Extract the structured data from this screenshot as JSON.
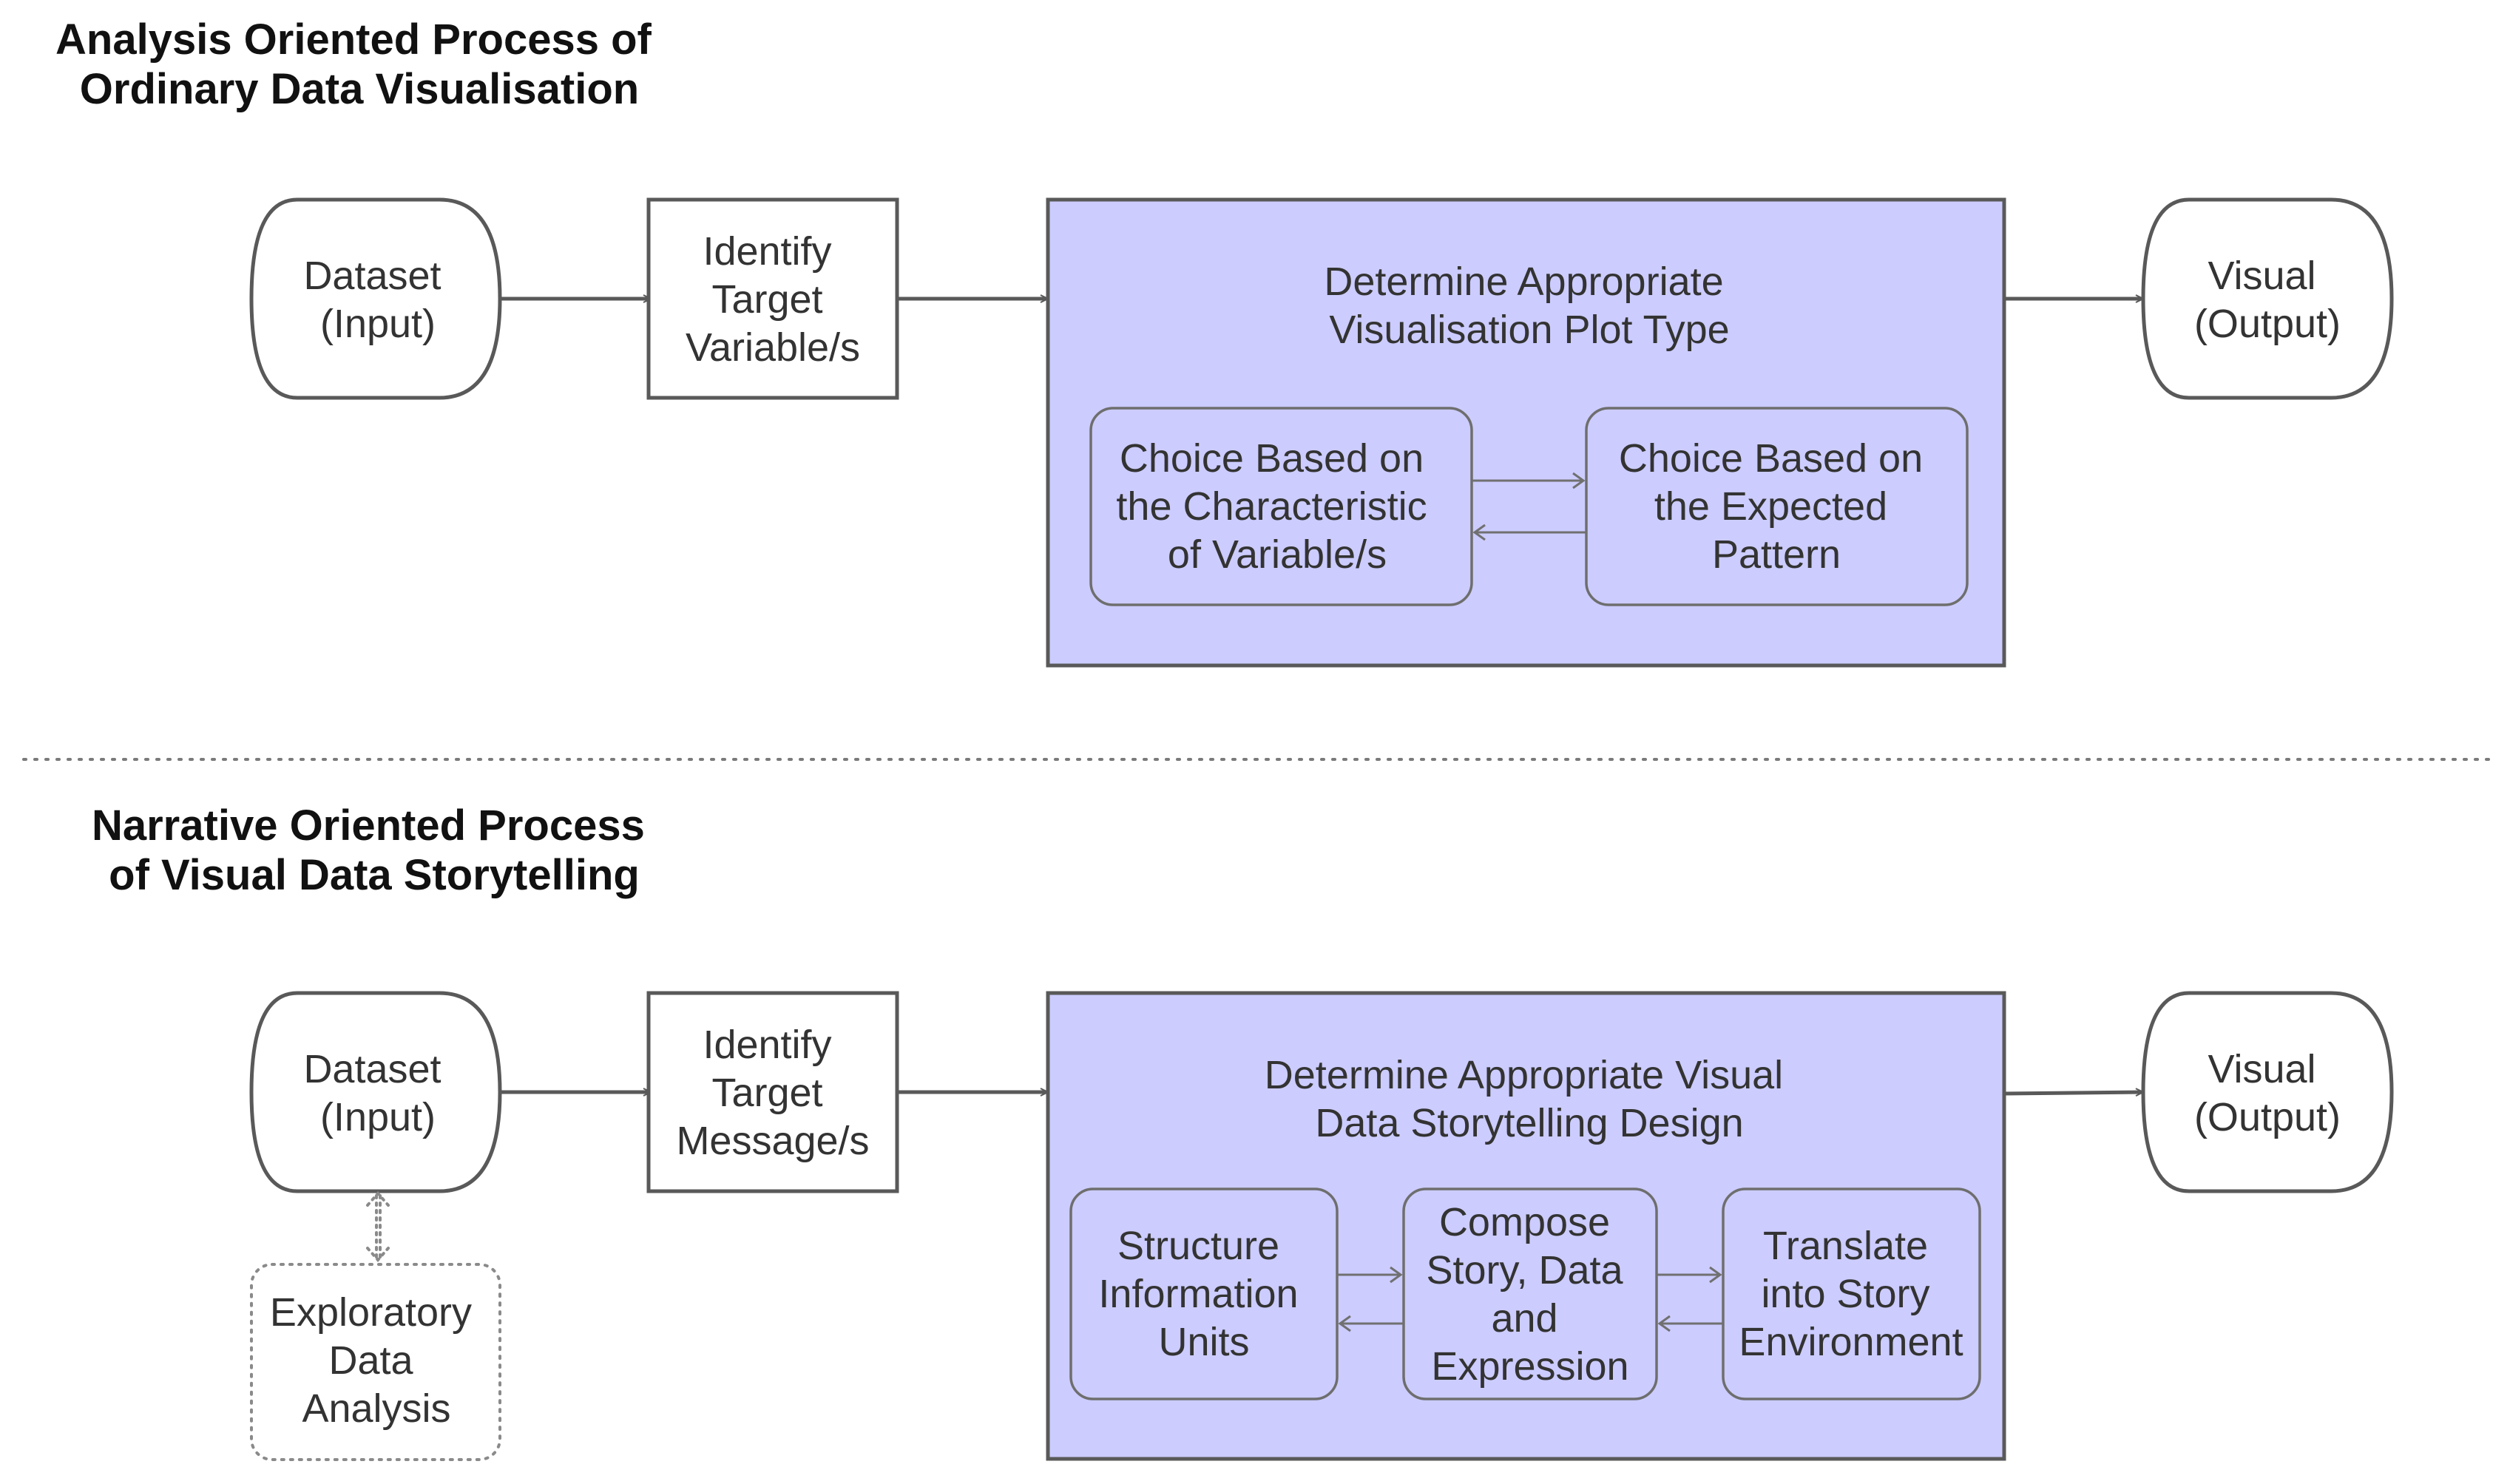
{
  "section1": {
    "title": [
      "Analysis Oriented Process of",
      "Ordinary Data Visualisation"
    ],
    "input_node": [
      "Dataset",
      "(Input)"
    ],
    "identify_node": [
      "Identify",
      "Target",
      "Variable/s"
    ],
    "panel_title": [
      "Determine Appropriate",
      "Visualisation Plot Type"
    ],
    "choice_left": [
      "Choice Based on",
      "the Characteristic",
      "of Variable/s"
    ],
    "choice_right": [
      "Choice Based on",
      "the Expected",
      "Pattern"
    ],
    "output_node": [
      "Visual",
      "(Output)"
    ]
  },
  "section2": {
    "title": [
      "Narrative Oriented Process",
      "of Visual Data Storytelling"
    ],
    "input_node": [
      "Dataset",
      "(Input)"
    ],
    "eda_node": [
      "Exploratory",
      "Data",
      "Analysis"
    ],
    "identify_node": [
      "Identify",
      "Target",
      "Message/s"
    ],
    "panel_title": [
      "Determine Appropriate Visual",
      "Data Storytelling Design"
    ],
    "step_structure": [
      "Structure",
      "Information",
      "Units"
    ],
    "step_compose": [
      "Compose",
      "Story, Data",
      "and",
      "Expression"
    ],
    "step_translate": [
      "Translate",
      "into Story",
      "Environment"
    ],
    "output_node": [
      "Visual",
      "(Output)"
    ]
  },
  "colors": {
    "panel_fill": "#ccccff",
    "stroke": "#595959",
    "text": "#333333",
    "heading": "#111111"
  }
}
